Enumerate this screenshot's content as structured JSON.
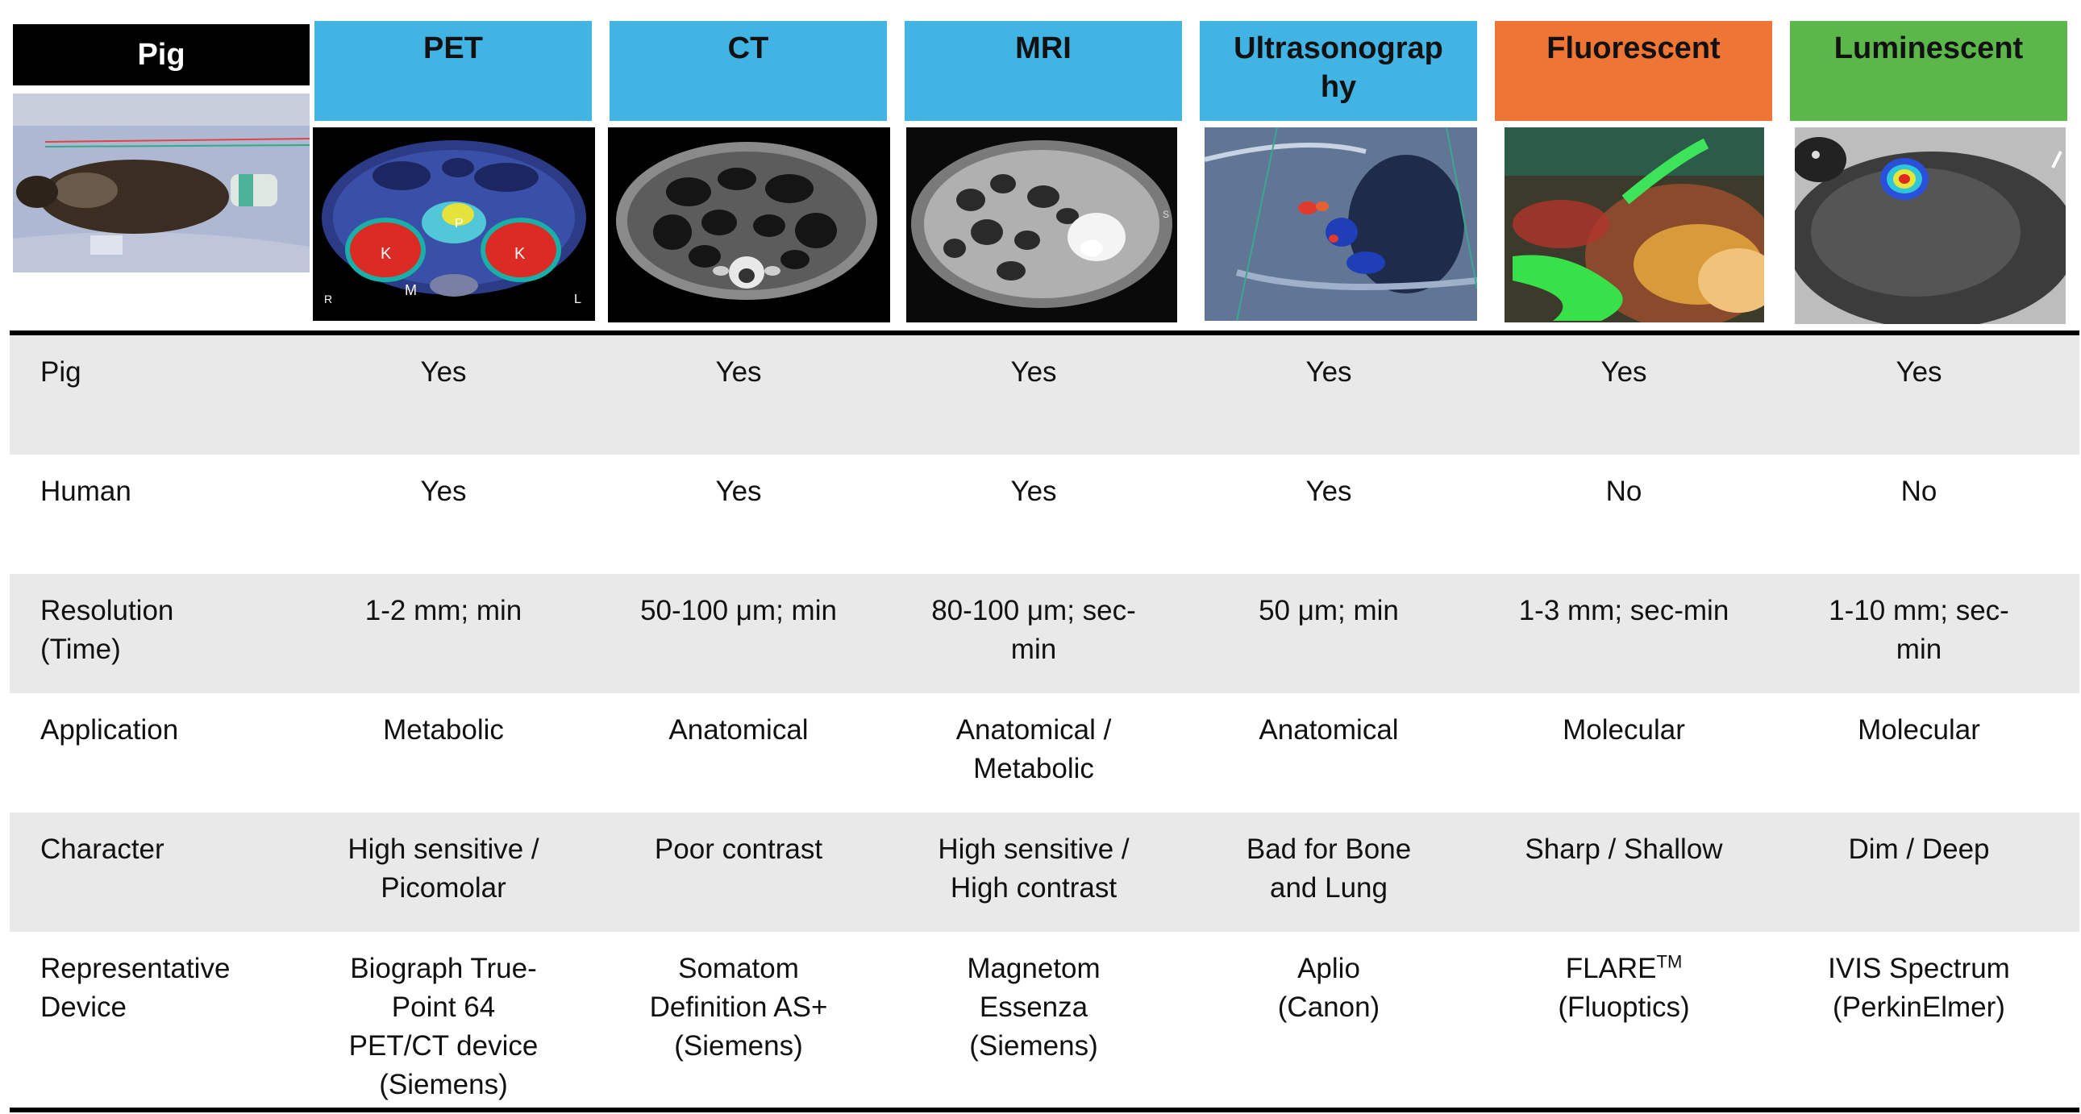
{
  "header": {
    "pig_label": "Pig",
    "columns": [
      {
        "id": "pet",
        "label": "PET",
        "color": "#41b4e4"
      },
      {
        "id": "ct",
        "label": "CT",
        "color": "#41b4e4"
      },
      {
        "id": "mri",
        "label": "MRI",
        "color": "#41b4e4"
      },
      {
        "id": "us",
        "label": "Ultrasonograp\nhy",
        "color": "#41b4e4"
      },
      {
        "id": "fluor",
        "label": "Fluorescent",
        "color": "#ee7533"
      },
      {
        "id": "lumi",
        "label": "Luminescent",
        "color": "#5cb74a"
      }
    ]
  },
  "pet_image_labels": {
    "k1": "K",
    "k2": "K",
    "p": "P",
    "m": "M",
    "r": "R",
    "l": "L"
  },
  "mri_image_label": "S",
  "rows": [
    {
      "label": "Pig",
      "shaded": true,
      "values": [
        "Yes",
        "Yes",
        "Yes",
        "Yes",
        "Yes",
        "Yes"
      ]
    },
    {
      "label": "Human",
      "shaded": false,
      "values": [
        "Yes",
        "Yes",
        "Yes",
        "Yes",
        "No",
        "No"
      ]
    },
    {
      "label": "Resolution\n(Time)",
      "shaded": true,
      "values": [
        "1-2 mm; min",
        "50-100 μm; min",
        "80-100 μm; sec-\nmin",
        "50 μm; min",
        "1-3 mm; sec-min",
        "1-10 mm; sec-\nmin"
      ]
    },
    {
      "label": "Application",
      "shaded": false,
      "values": [
        "Metabolic",
        "Anatomical",
        "Anatomical /\nMetabolic",
        "Anatomical",
        "Molecular",
        "Molecular"
      ]
    },
    {
      "label": "Character",
      "shaded": true,
      "values": [
        "High sensitive /\nPicomolar",
        "Poor contrast",
        "High sensitive /\nHigh contrast",
        "Bad for Bone\nand Lung",
        "Sharp / Shallow",
        "Dim / Deep"
      ]
    },
    {
      "label": "Representative\nDevice",
      "shaded": false,
      "values": [
        "Biograph True-\nPoint 64\nPET/CT device\n(Siemens)",
        "Somatom\nDefinition AS+\n(Siemens)",
        "Magnetom\nEssenza\n(Siemens)",
        "Aplio\n(Canon)",
        "FLARE",
        "IVIS Spectrum\n(PerkinElmer)"
      ]
    }
  ],
  "flare": {
    "name": "FLARE",
    "tm": "TM",
    "maker": "(Fluoptics)"
  }
}
